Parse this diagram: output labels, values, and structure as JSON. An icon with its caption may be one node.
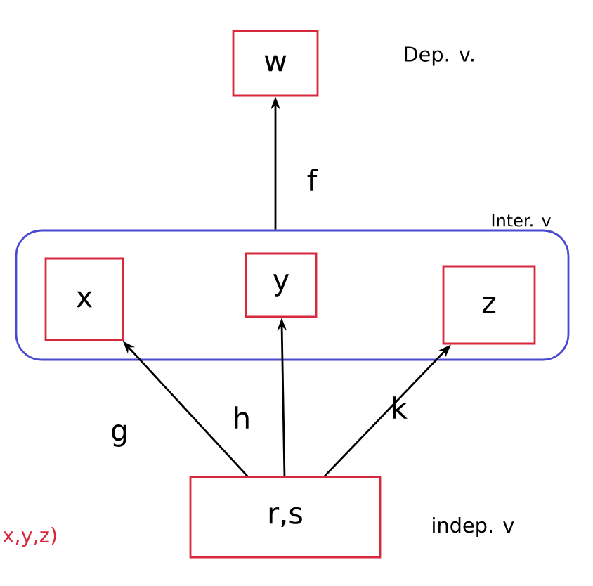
{
  "diagram": {
    "nodes": [
      {
        "text": [
          "w"
        ]
      },
      {
        "text": [
          "Inter. v"
        ]
      },
      {
        "text": [
          "x"
        ],
        "in": 1
      },
      {
        "text": [
          "y"
        ],
        "in": 1
      },
      {
        "text": [
          "z"
        ],
        "in": 1
      },
      {
        "text": [
          "r,s"
        ]
      }
    ],
    "labels": [
      "Dep. v.",
      "x,y,z)",
      "indep. v"
    ],
    "edges": [
      {
        "from": 1,
        "to": 0,
        "arrow": "to",
        "label": "f"
      },
      {
        "from": 5,
        "to": 2,
        "arrow": "to",
        "label": "g"
      },
      {
        "from": 5,
        "to": 3,
        "arrow": "to",
        "label": "h"
      },
      {
        "from": 5,
        "to": 4,
        "arrow": "to",
        "label": "k"
      }
    ]
  }
}
